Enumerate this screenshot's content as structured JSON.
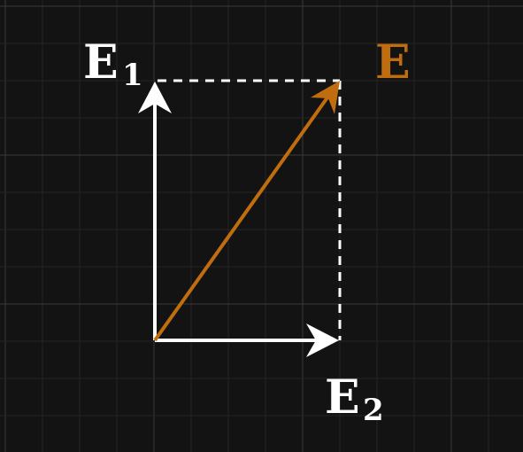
{
  "diagram": {
    "colors": {
      "background": "#131313",
      "grid_minor": "#242424",
      "grid_major": "#3a3a3a",
      "component": "#ffffff",
      "resultant": "#c06d0f"
    },
    "labels": {
      "e1_main": "E",
      "e1_sub": "1",
      "e2_main": "E",
      "e2_sub": "2",
      "resultant": "E"
    }
  }
}
